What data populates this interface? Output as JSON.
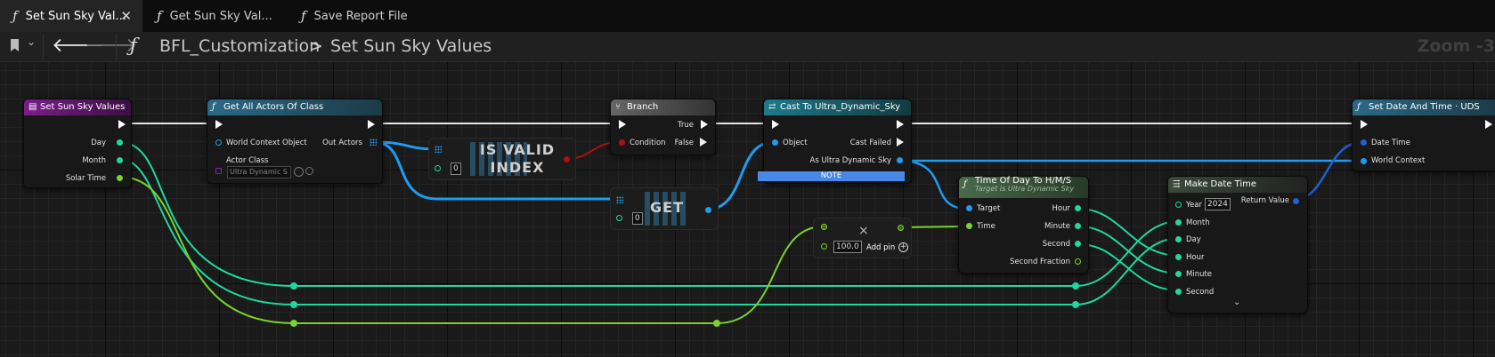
{
  "tabs": [
    {
      "label": "Set Sun Sky Val...",
      "active": true
    },
    {
      "label": "Get Sun Sky Val..."
    },
    {
      "label": "Save Report File"
    }
  ],
  "toolbar": {
    "function_symbol": "ƒ",
    "breadcrumb_parent": "BFL_Customization",
    "breadcrumb_separator": ">",
    "breadcrumb_current": "Set Sun Sky Values",
    "zoom": "Zoom -3"
  },
  "nodes": {
    "entry": {
      "title": "Set Sun Sky Values",
      "pins": [
        "Day",
        "Month",
        "Solar Time"
      ]
    },
    "get_all_actors": {
      "title": "Get All Actors Of Class",
      "world_context": "World Context Object",
      "actor_class_label": "Actor Class",
      "actor_class_value": "Ultra Dynamic S",
      "out_actors": "Out Actors"
    },
    "is_valid_index": {
      "title": "IS VALID INDEX",
      "index": "0"
    },
    "branch": {
      "title": "Branch",
      "condition": "Condition",
      "true_label": "True",
      "false_label": "False"
    },
    "get": {
      "title": "GET",
      "index": "0"
    },
    "cast": {
      "title": "Cast To Ultra_Dynamic_Sky",
      "object": "Object",
      "cast_failed": "Cast Failed",
      "as_label": "As Ultra Dynamic Sky",
      "note": "NOTE"
    },
    "multiply": {
      "value": "100.0",
      "add_pin": "Add pin"
    },
    "time_of_day": {
      "title": "Time Of Day To H/M/S",
      "subtitle": "Target is Ultra Dynamic Sky",
      "target": "Target",
      "time": "Time",
      "hour": "Hour",
      "minute": "Minute",
      "second": "Second",
      "second_fraction": "Second Fraction"
    },
    "make_date_time": {
      "title": "Make Date Time",
      "year_label": "Year",
      "year_value": "2024",
      "return_value": "Return Value",
      "month": "Month",
      "day": "Day",
      "hour": "Hour",
      "minute": "Minute",
      "second": "Second"
    },
    "set_date_time": {
      "title": "Set Date And Time · UDS",
      "date_time": "Date Time",
      "world_context": "World Context"
    }
  },
  "colors": {
    "exec": "#ffffff",
    "object_pin": "#1e9cf0",
    "int_pin": "#1fd8a0",
    "float_pin": "#7ad42a",
    "bool_pin": "#b01010",
    "struct_pin": "#2060d0",
    "event_header": "#6a1a7a",
    "function_header": "#2a5a72",
    "flow_header": "#555555",
    "cast_header": "#1e6a7a",
    "pure_header": "#3c5a3c"
  }
}
